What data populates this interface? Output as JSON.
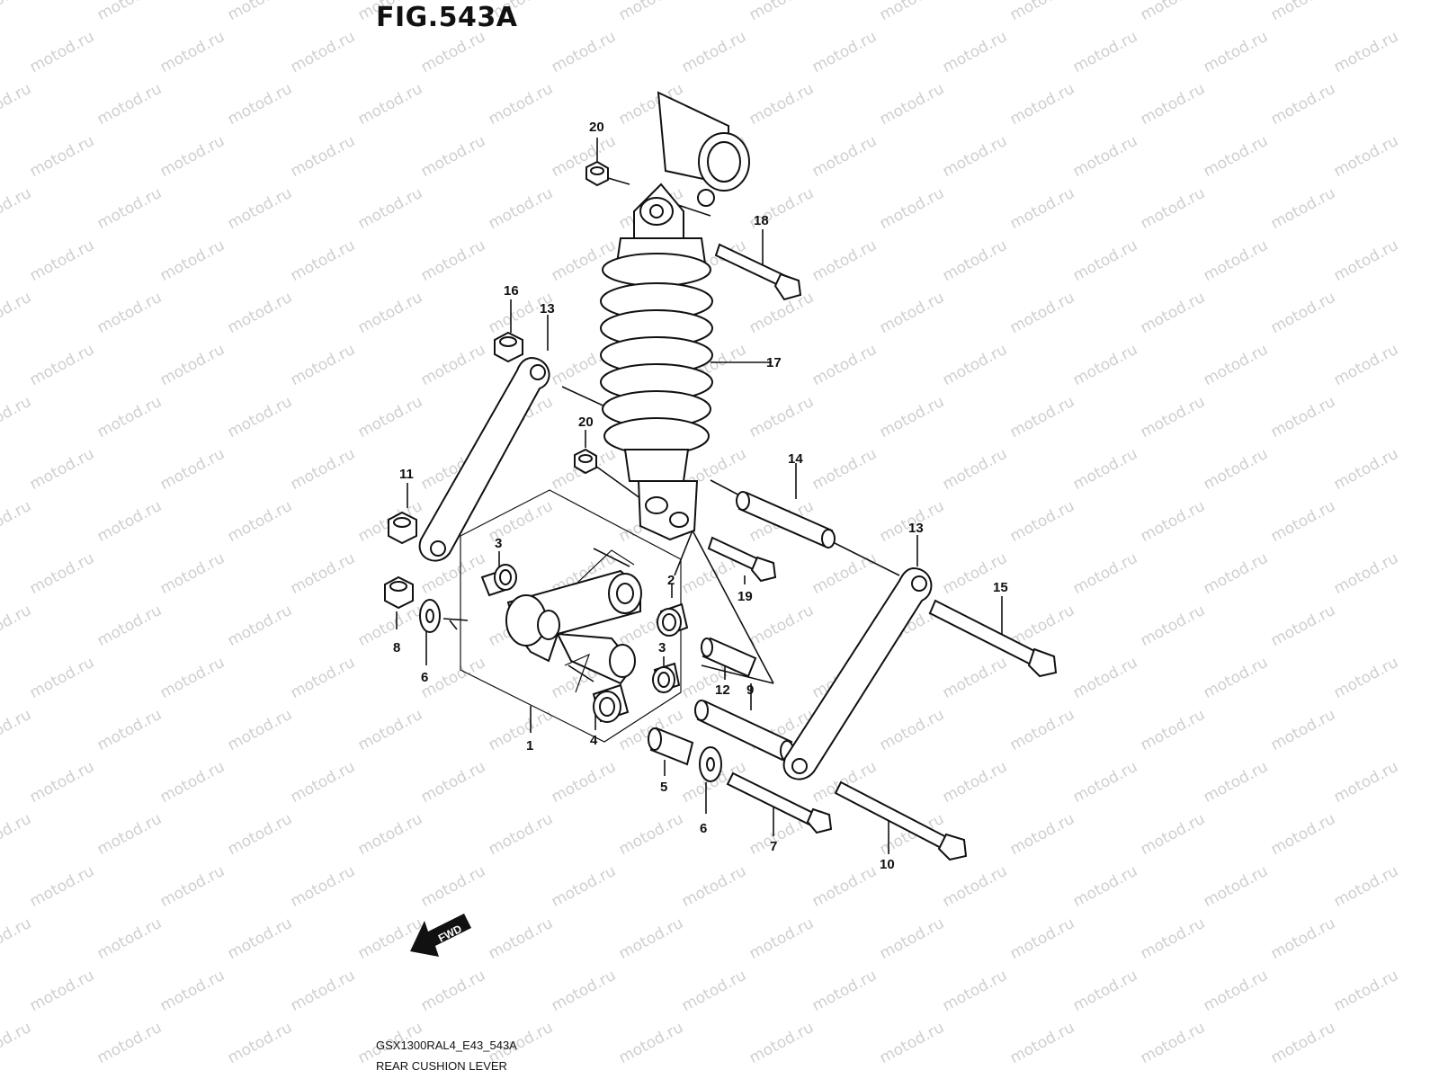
{
  "figure": {
    "title": "FIG.543A",
    "code": "GSX1300RAL4_E43_543A",
    "caption": "REAR CUSHION LEVER",
    "watermark": "motod.ru",
    "fwd_label": "FWD"
  },
  "callouts": [
    {
      "id": "c1",
      "text": "1"
    },
    {
      "id": "c2",
      "text": "2"
    },
    {
      "id": "c3a",
      "text": "3"
    },
    {
      "id": "c3b",
      "text": "3"
    },
    {
      "id": "c4",
      "text": "4"
    },
    {
      "id": "c5",
      "text": "5"
    },
    {
      "id": "c6a",
      "text": "6"
    },
    {
      "id": "c6b",
      "text": "6"
    },
    {
      "id": "c7",
      "text": "7"
    },
    {
      "id": "c8",
      "text": "8"
    },
    {
      "id": "c9",
      "text": "9"
    },
    {
      "id": "c10",
      "text": "10"
    },
    {
      "id": "c11",
      "text": "11"
    },
    {
      "id": "c12",
      "text": "12"
    },
    {
      "id": "c13a",
      "text": "13"
    },
    {
      "id": "c13b",
      "text": "13"
    },
    {
      "id": "c14",
      "text": "14"
    },
    {
      "id": "c15",
      "text": "15"
    },
    {
      "id": "c16",
      "text": "16"
    },
    {
      "id": "c17",
      "text": "17"
    },
    {
      "id": "c18",
      "text": "18"
    },
    {
      "id": "c19",
      "text": "19"
    },
    {
      "id": "c20a",
      "text": "20"
    },
    {
      "id": "c20b",
      "text": "20"
    }
  ]
}
